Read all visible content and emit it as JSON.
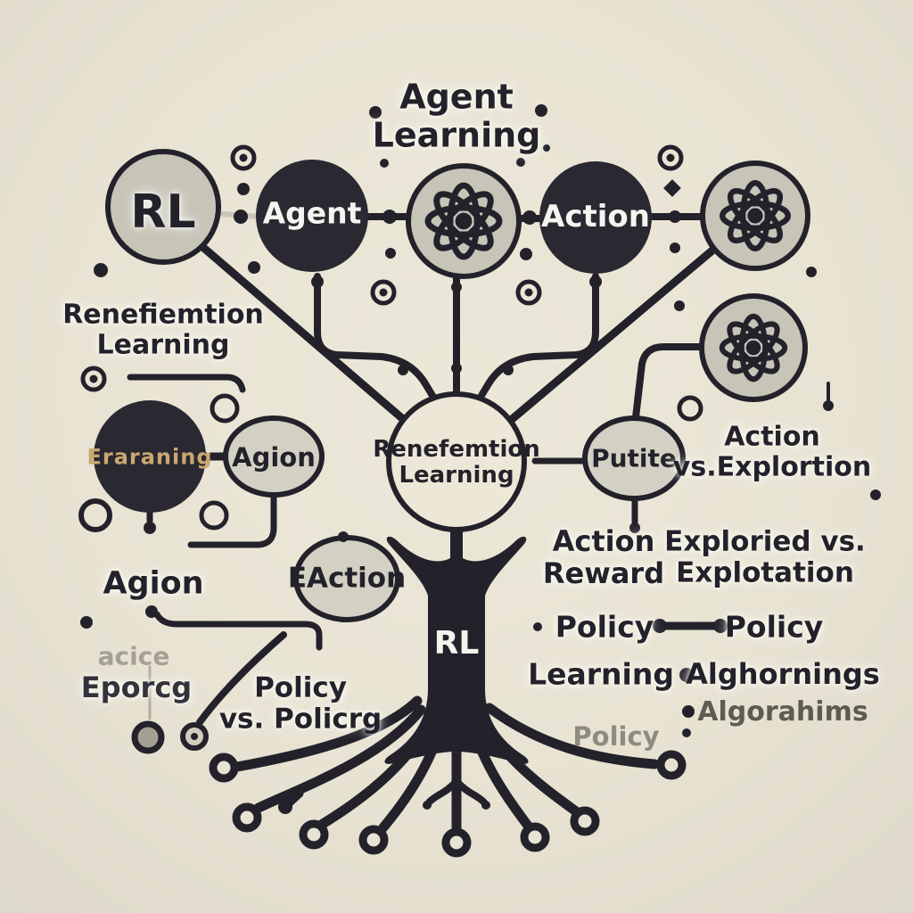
{
  "colors": {
    "background": "#e8e3d3",
    "ink": "#23222b",
    "node_gray": "#c7c4b8",
    "node_dark": "#2a2932",
    "ellipse_gray": "#d3d0c4",
    "text_light": "#f5f4ef",
    "text_tan": "#c9a86f",
    "text_faded": "#8f8b7d"
  },
  "icons": {
    "atom": "atom-orbital-icon",
    "target": "circle-dot-icon",
    "root_ring": "root-ring-icon",
    "diamond": "diamond-dot-icon"
  },
  "top_title": {
    "line1": "Agent",
    "line2": "Learning"
  },
  "top_nodes": {
    "rl": "RL",
    "agent": "Agent",
    "action": "Action"
  },
  "left_heading": {
    "line1": "Renefiemtion",
    "line2": "Learning"
  },
  "center_node": {
    "line1": "Renefemtion",
    "line2": "Learning"
  },
  "trunk_label": "RL",
  "left_cluster": {
    "dark_node": "Eraraning",
    "agion_ellipse": "Agion",
    "agion_label": "Agion",
    "eaction_ellipse": "EAction",
    "acice": "acice",
    "eporcg": "Eporcg",
    "policy_vs": {
      "line1": "Policy",
      "line2": "vs. Policrg"
    }
  },
  "right_cluster": {
    "putite_ellipse": "Putite",
    "action_vs": {
      "line1": "Action",
      "line2": "vs.Explortion"
    },
    "action_reward": {
      "line1": "Action",
      "line2": "Reward"
    },
    "exploried": {
      "line1": "Exploried vs.",
      "line2": "Explotation"
    },
    "policy_left": "Policy",
    "policy_right": "Policy",
    "learning": "Learning",
    "bullet_1": "Alghornings",
    "bullet_2": "Algorahims",
    "policy_faded": "Policy"
  }
}
